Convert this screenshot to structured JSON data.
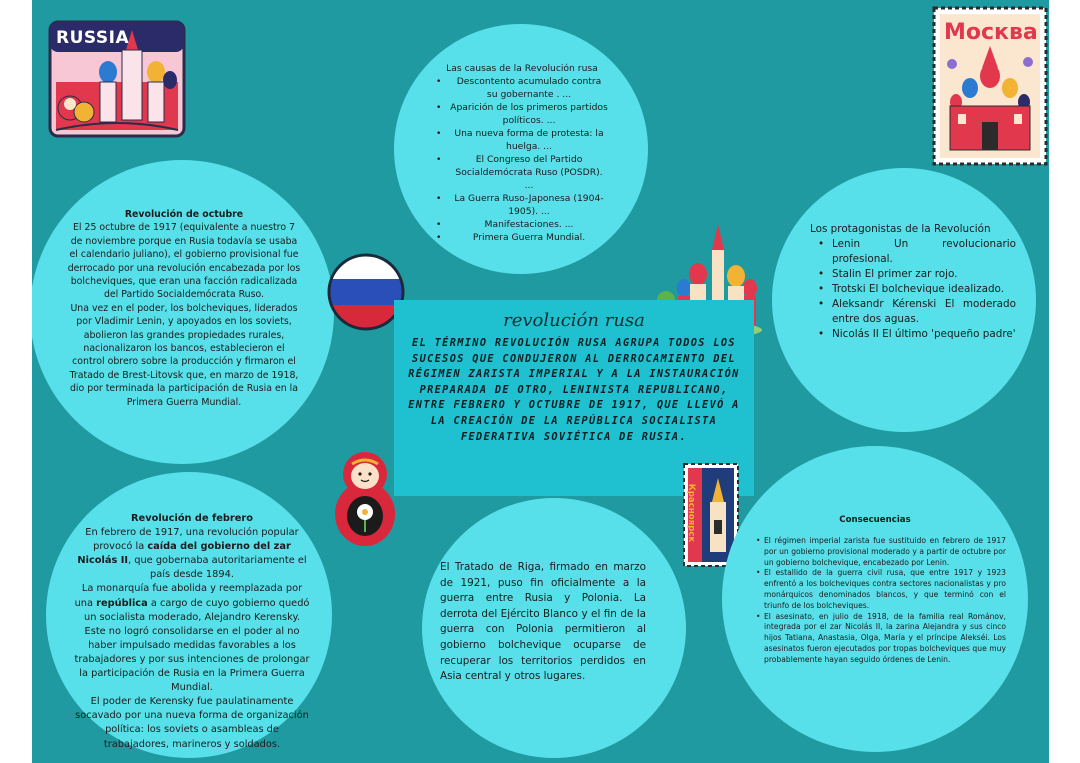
{
  "stickers": {
    "russia_label": "RUSSIA",
    "moscow_label": "Москва",
    "krasnoyarsk_label": "Красноярск"
  },
  "causes": {
    "title": "Las causas de la Revolución rusa",
    "items": [
      "Descontento acumulado contra su gobernante . ...",
      "Aparición de los primeros partidos políticos. ...",
      "Una nueva forma de protesta: la huelga. ...",
      "El Congreso del Partido Socialdemócrata Ruso (POSDR). ...",
      "La Guerra Ruso-Japonesa (1904-1905). ...",
      "Manifestaciones. ...",
      "Primera Guerra Mundial."
    ]
  },
  "october": {
    "title": "Revolución de octubre",
    "body": [
      "El 25 octubre de 1917 (equivalente a nuestro 7 de noviembre porque en Rusia todavía se usaba el calendario juliano), el gobierno provisional fue derrocado por una revolución encabezada por los bolcheviques, que eran una facción radicalizada del Partido Socialdemócrata Ruso.",
      "Una vez en el poder, los bolcheviques, liderados por Vladimir Lenin, y apoyados en los soviets, abolieron las grandes propiedades rurales, nacionalizaron los bancos, establecieron el control obrero sobre la producción y firmaron el Tratado de Brest-Litovsk que, en marzo de 1918, dio por terminada la participación de Rusia en la Primera Guerra Mundial."
    ]
  },
  "protagonists": {
    "title": "Los protagonistas de la Revolución",
    "items": [
      "Lenin Un revolucionario profesional.",
      "Stalin El primer zar rojo.",
      "Trotski El bolchevique idealizado.",
      "Aleksandr Kérenski El moderado entre dos aguas.",
      "Nicolás II El último 'pequeño padre'"
    ]
  },
  "main": {
    "title": "revolución rusa",
    "body": "EL TÉRMINO REVOLUCIÓN RUSA AGRUPA TODOS LOS SUCESOS QUE CONDUJERON AL DERROCAMIENTO DEL RÉGIMEN ZARISTA IMPERIAL Y A LA INSTAURACIÓN PREPARADA DE OTRO, LENINISTA REPUBLICANO, ENTRE FEBRERO Y OCTUBRE DE 1917, QUE LLEVÓ A LA CREACIÓN DE LA REPÚBLICA SOCIALISTA FEDERATIVA SOVIÉTICA DE RUSIA."
  },
  "february": {
    "title": "Revolución de febrero",
    "p1_a": "En febrero de 1917, una revolución popular provocó la ",
    "p1_b": "caída del gobierno del zar Nicolás II",
    "p1_c": ", que gobernaba autoritariamente el país desde 1894.",
    "p2_a": "La monarquía fue abolida y reemplazada por una ",
    "p2_b": "república",
    "p2_c": " a cargo de cuyo gobierno quedó un socialista moderado, Alejandro Kerensky. Este no logró consolidarse en el poder al no haber impulsado medidas favorables a los trabajadores y por sus intenciones de prolongar la participación de Rusia en la Primera Guerra Mundial.",
    "p3": "El poder de Kerensky fue paulatinamente socavado por una nueva forma de organización política: los soviets o asambleas de trabajadores, marineros y soldados."
  },
  "riga": {
    "body": "El Tratado de Riga, firmado en marzo de 1921, puso fin oficialmente a la guerra entre Rusia y Polonia. La derrota del Ejército Blanco y el fin de la guerra con Polonia permitieron al gobierno bolchevique ocuparse de recuperar los territorios perdidos en Asia central y otros lugares."
  },
  "consequences": {
    "title": "Consecuencias",
    "items": [
      "El régimen imperial zarista fue sustituido en febrero de 1917 por un gobierno provisional moderado y a partir de octubre por un gobierno bolchevique, encabezado por Lenin.",
      "El estallido de la guerra civil rusa, que entre 1917 y 1923 enfrentó a los bolcheviques contra sectores nacionalistas y pro monárquicos denominados blancos, y que terminó con el triunfo de los bolcheviques.",
      "El asesinato, en julio de 1918, de la familia real Románov, integrada por el zar Nicolás II, la zarina Alejandra y sus cinco hijos Tatiana, Anastasia, Olga, María y el príncipe Alekséi. Los asesinatos fueron ejecutados por tropas bolcheviques que muy probablemente hayan seguido órdenes de Lenin."
    ]
  },
  "colors": {
    "background": "#1f9aa0",
    "circle": "#58e0ea",
    "main_box": "#1fc0cf"
  }
}
